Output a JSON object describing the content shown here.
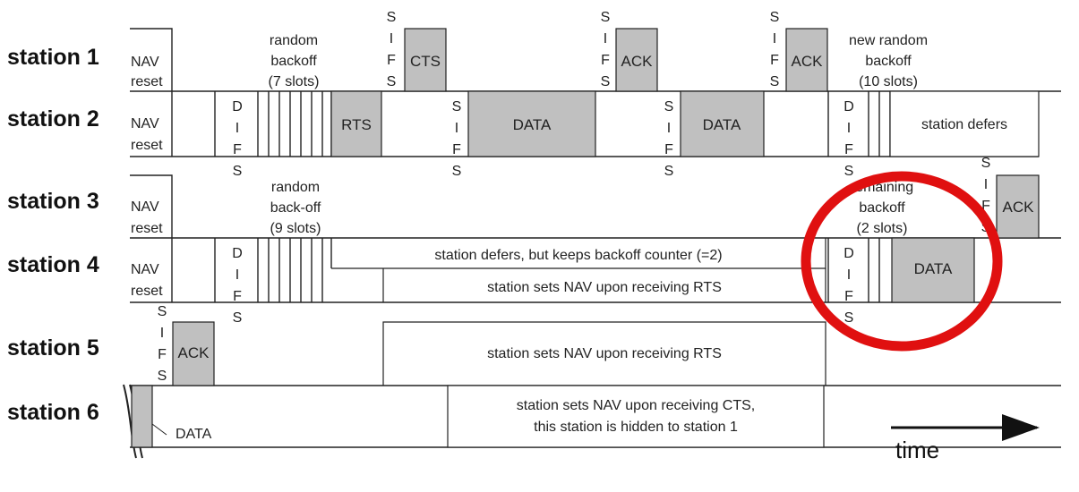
{
  "stations": {
    "s1": "station 1",
    "s2": "station 2",
    "s3": "station 3",
    "s4": "station 4",
    "s5": "station 5",
    "s6": "station 6"
  },
  "nav": {
    "top": "NAV",
    "bottom": "reset"
  },
  "sifs": [
    "S",
    "I",
    "F",
    "S"
  ],
  "difs": [
    "D",
    "I",
    "F",
    "S"
  ],
  "frames": {
    "cts": "CTS",
    "ack": "ACK",
    "rts": "RTS",
    "data": "DATA"
  },
  "labels": {
    "random_backoff_7": [
      "random",
      "backoff",
      "(7 slots)"
    ],
    "new_random_backoff_10": [
      "new random",
      "backoff",
      "(10 slots)"
    ],
    "station_defers": "station defers",
    "random_backoff_9": [
      "random",
      "back-off",
      "(9 slots)"
    ],
    "remaining_backoff_2": [
      "remaining",
      "backoff",
      "(2 slots)"
    ],
    "defers_keeps_counter": "station defers, but keeps backoff counter (=2)",
    "nav_rts": "station sets NAV upon receiving RTS",
    "nav_cts": [
      "station sets NAV upon receiving CTS,",
      "this station is hidden to station 1"
    ],
    "time": "time"
  },
  "colors": {
    "frame_fill": "#c0c0c0",
    "line": "#222222",
    "highlight": "#e01010"
  }
}
